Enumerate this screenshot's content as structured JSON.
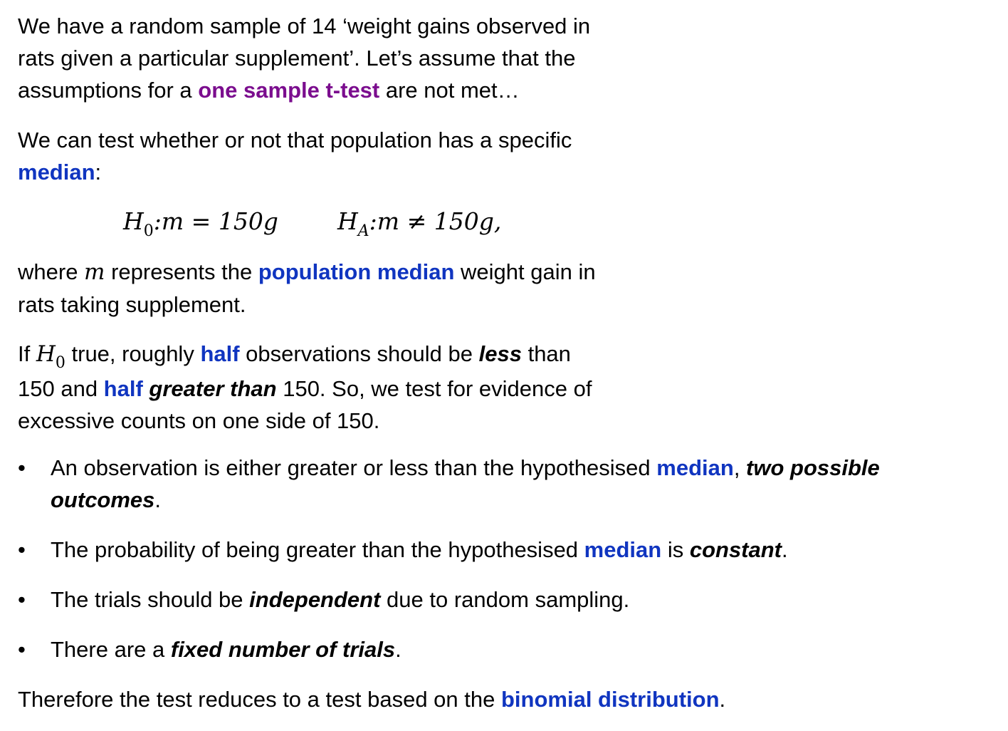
{
  "intro": {
    "l1": "We have a random sample of 14 ‘weight gains observed in",
    "l2": "rats given a particular supplement’. Let’s assume that the",
    "l3_a": "assumptions for a ",
    "l3_hl": "one sample t-test",
    "l3_b": " are not met…"
  },
  "median_para": {
    "l1": "We can test whether or not that population has a specific",
    "l2_hl": "median",
    "l2_b": ":"
  },
  "hypotheses": {
    "h0_letter": "H",
    "h0_sub": "0",
    "h0_rest": ":m = 150g",
    "ha_letter": "H",
    "ha_sub": "A",
    "ha_rest": ":m ≠ 150g,"
  },
  "where_para": {
    "l1_a": "where ",
    "l1_m": "m",
    "l1_b": " represents the ",
    "l1_hl": "population median",
    "l1_c": " weight gain in",
    "l2": "rats taking supplement."
  },
  "h0_para": {
    "l1_a": "If ",
    "l1_h": "H",
    "l1_sub": "0",
    "l1_b": " true, roughly ",
    "l1_hl": "half",
    "l1_c": " observations should be ",
    "l1_bi": "less",
    "l1_d": " than",
    "l2_a": "150 and ",
    "l2_hl": "half",
    "l2_sp": " ",
    "l2_bi": "greater than",
    "l2_b": " 150. So, we test for evidence of",
    "l3": "excessive counts on one side of 150."
  },
  "bullets": {
    "symbol": "•",
    "b1_a": "An observation is either greater or less than the hypothesised ",
    "b1_hl": "median",
    "b1_b": ", ",
    "b1_bi": "two possible",
    "b1_l2_bi": "outcomes",
    "b1_l2_b": ".",
    "b2_a": "The probability of being greater than the hypothesised ",
    "b2_hl": "median",
    "b2_b": " is ",
    "b2_bi": "constant",
    "b2_c": ".",
    "b3_a": "The trials should be ",
    "b3_bi": "independent",
    "b3_b": " due to random sampling.",
    "b4_a": "There are a ",
    "b4_bi": "fixed number of trials",
    "b4_b": "."
  },
  "conclusion": {
    "a": "Therefore the test reduces to a test based on the ",
    "hl": "binomial distribution",
    "b": "."
  },
  "colors": {
    "purple_highlight": "#7b0d8e",
    "blue_highlight": "#1035c0",
    "text": "#000000",
    "background": "#ffffff"
  }
}
